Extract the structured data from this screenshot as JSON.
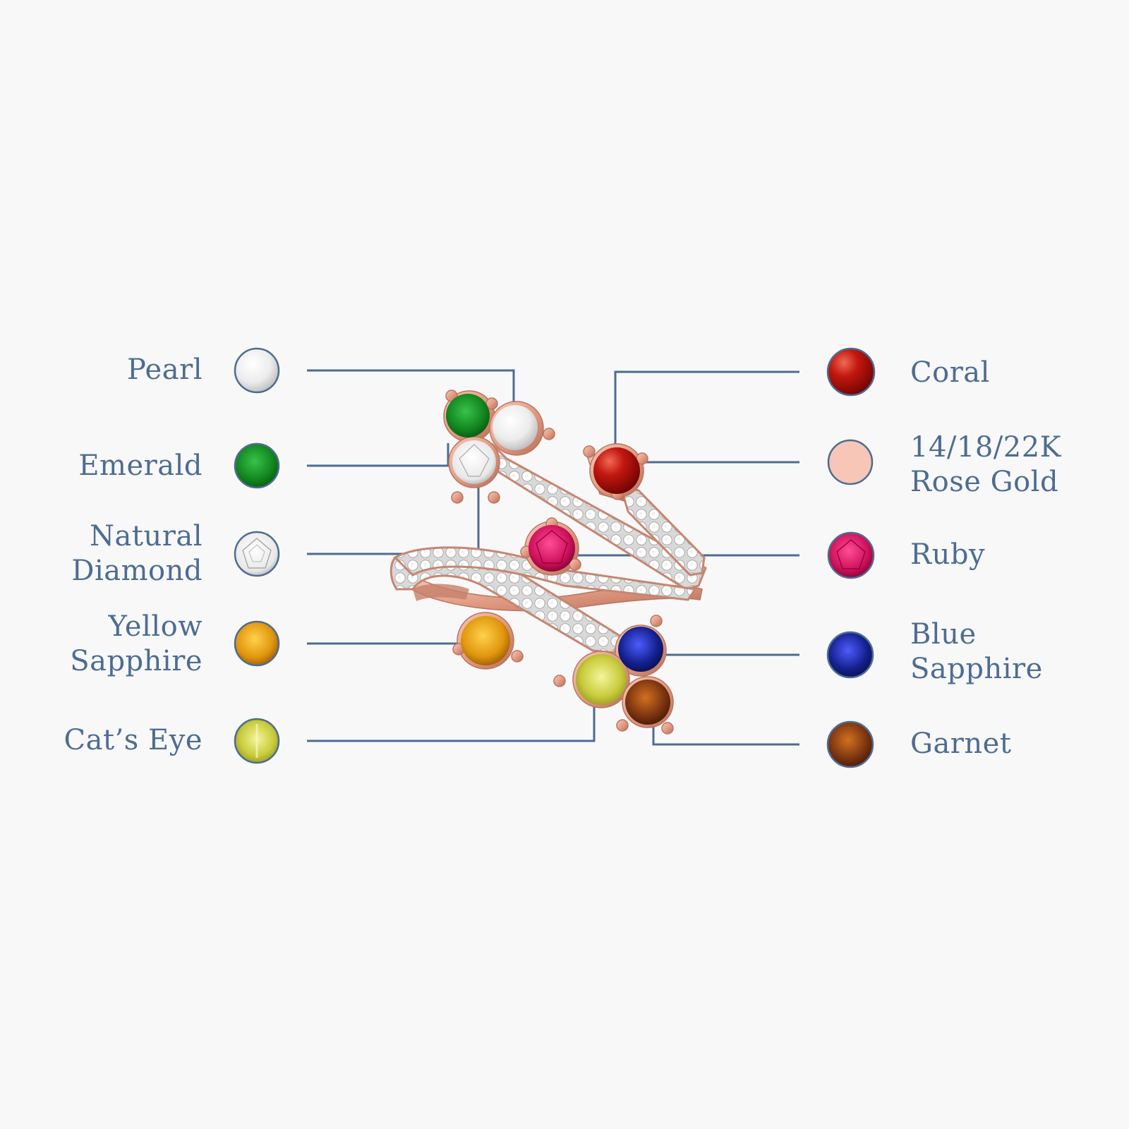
{
  "legend": {
    "left": [
      {
        "id": "pearl",
        "lines": [
          "Pearl"
        ],
        "icon": "pearl-icon",
        "color": "#ffffff"
      },
      {
        "id": "emerald",
        "lines": [
          "Emerald"
        ],
        "icon": "emerald-icon",
        "color": "#1a8a2a"
      },
      {
        "id": "diamond",
        "lines": [
          "Natural",
          "Diamond"
        ],
        "icon": "diamond-icon",
        "color": "#f2f2f2"
      },
      {
        "id": "yellow-sapphire",
        "lines": [
          "Yellow",
          "Sapphire"
        ],
        "icon": "yellow-sapphire-icon",
        "color": "#e0960e"
      },
      {
        "id": "cats-eye",
        "lines": [
          "Cat’s Eye"
        ],
        "icon": "cats-eye-icon",
        "color": "#c9cc3c"
      }
    ],
    "right": [
      {
        "id": "coral",
        "lines": [
          "Coral"
        ],
        "icon": "coral-icon",
        "color": "#b3160e"
      },
      {
        "id": "rose-gold",
        "lines": [
          "14/18/22K",
          "Rose Gold"
        ],
        "icon": "rose-gold-icon",
        "color": "#f7c6b6"
      },
      {
        "id": "ruby",
        "lines": [
          "Ruby"
        ],
        "icon": "ruby-icon",
        "color": "#d0115c"
      },
      {
        "id": "blue-sapphire",
        "lines": [
          "Blue",
          "Sapphire"
        ],
        "icon": "blue-sapphire-icon",
        "color": "#14208c"
      },
      {
        "id": "garnet",
        "lines": [
          "Garnet"
        ],
        "icon": "garnet-icon",
        "color": "#7a3410"
      }
    ]
  },
  "colors": {
    "background": "#f8f8f8",
    "text": "#4d6c92",
    "leader_line": "#4d6c92",
    "icon_outline": "#4d6c92",
    "metal": "#e9a892",
    "metal_shadow": "#c67f69"
  }
}
